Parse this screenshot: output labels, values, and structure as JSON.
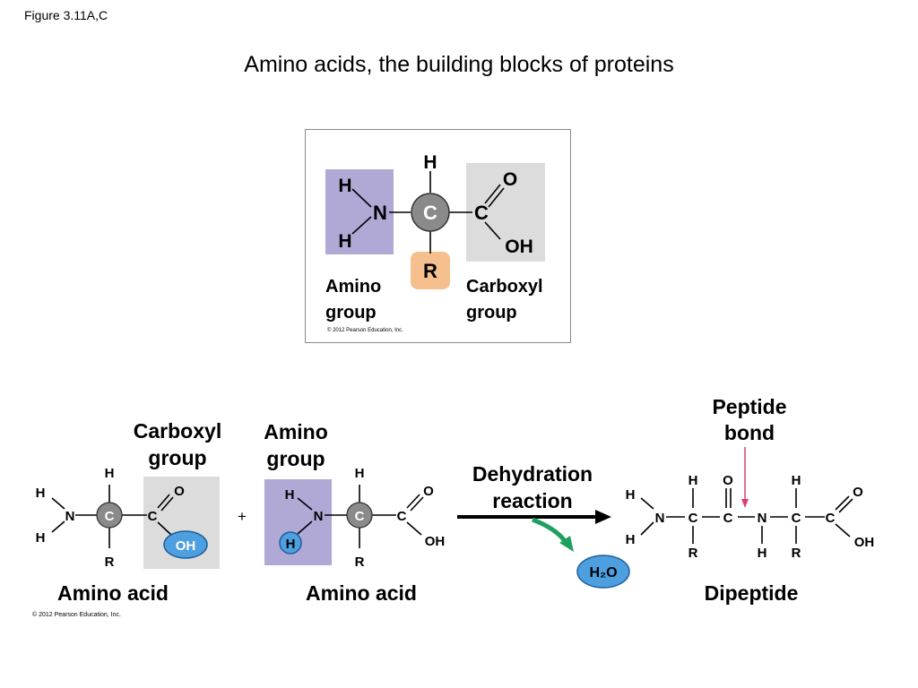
{
  "figure_label": "Figure 3.11A,C",
  "title": "Amino acids, the building blocks of proteins",
  "colors": {
    "amino_box": "#b0a9d6",
    "carboxyl_box": "#dcdcdc",
    "r_group": "#f6c08e",
    "carbon_fill": "#8a8a8a",
    "oh_oval": "#4d9fe0",
    "arrow_green": "#20a060",
    "peptide_arrow": "#d8407a"
  },
  "top_diagram": {
    "atoms": {
      "h_top": "H",
      "h_left_top": "H",
      "h_left_bottom": "H",
      "n": "N",
      "c_center": "C",
      "c_carboxyl": "C",
      "o": "O",
      "oh": "OH",
      "r": "R"
    },
    "amino_label_line1": "Amino",
    "amino_label_line2": "group",
    "carboxyl_label_line1": "Carboxyl",
    "carboxyl_label_line2": "group",
    "copyright": "© 2012 Pearson Education, Inc."
  },
  "reaction": {
    "left_carboxyl_label_line1": "Carboxyl",
    "left_carboxyl_label_line2": "group",
    "right_amino_label_line1": "Amino",
    "right_amino_label_line2": "group",
    "plus": "+",
    "arrow_label_line1": "Dehydration",
    "arrow_label_line2": "reaction",
    "water": "H₂O",
    "peptide_label_line1": "Peptide",
    "peptide_label_line2": "bond",
    "left_molecule_label": "Amino acid",
    "right_molecule_label": "Amino acid",
    "product_label": "Dipeptide",
    "copyright": "© 2012 Pearson Education, Inc.",
    "atoms": {
      "h": "H",
      "n": "N",
      "c": "C",
      "o": "O",
      "oh": "OH",
      "r": "R"
    }
  }
}
